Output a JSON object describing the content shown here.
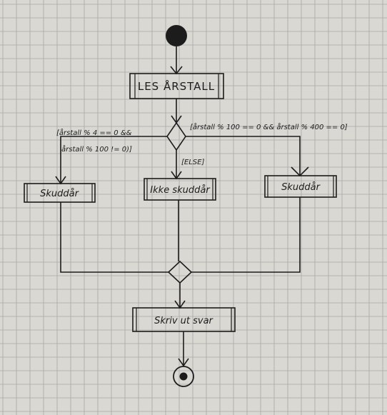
{
  "diagram": {
    "nodes": {
      "read_year": "LES ÅRSTALL",
      "leap_left": "Skuddår",
      "not_leap": "Ikke skuddår",
      "leap_right": "Skuddår",
      "write_answer": "Skriv ut svar"
    },
    "guards": {
      "left_line1": "[årstall % 4 == 0 &&",
      "left_line2": "årstall % 100 != 0)]",
      "right": "[årstall % 100 == 0 && årstall % 400 == 0]",
      "else": "[ELSE]"
    }
  },
  "colors": {
    "paper": "#d9d8d3",
    "grid": "#a9a8a4",
    "ink": "#1c1c1c"
  }
}
